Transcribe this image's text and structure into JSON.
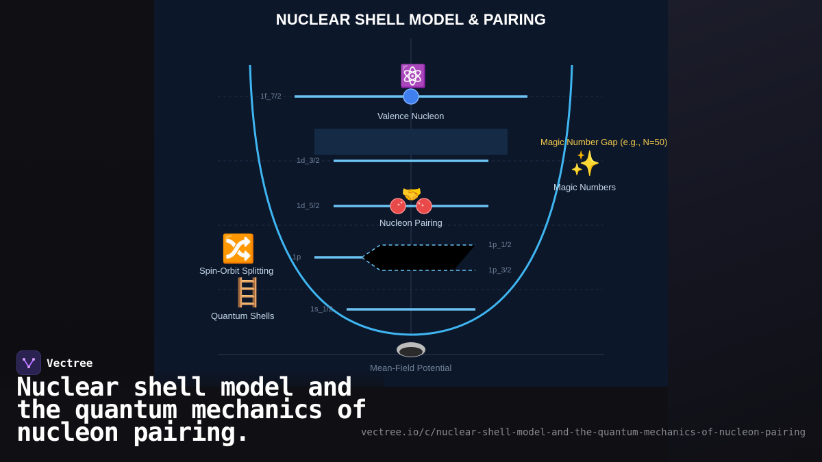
{
  "title": "NUCLEAR SHELL MODEL & PAIRING",
  "levels": {
    "f72": "1f_7/2",
    "d32": "1d_3/2",
    "d52": "1d_5/2",
    "p": "1p",
    "p12": "1p_1/2",
    "p32": "1p_3/2",
    "s12": "1s_1/2"
  },
  "annotations": {
    "valence_nucleon": "Valence Nucleon",
    "magic_gap": "Magic Number Gap (e.g., N=50)",
    "magic_numbers": "Magic Numbers",
    "nucleon_pairing": "Nucleon Pairing",
    "spin_orbit": "Spin-Orbit Splitting",
    "quantum_shells": "Quantum Shells",
    "mean_field": "Mean-Field Potential"
  },
  "icons": {
    "atom": "⚛️",
    "sparkles": "✨",
    "handshake": "🤝",
    "shuffle": "🔀",
    "ladder": "🪜"
  },
  "colors": {
    "potential": "#3fb6f2",
    "level": "#6cc4f4",
    "nucleon_blue": "#3f7ff0",
    "nucleon_red": "#e84a4a",
    "gap_text": "#f2c84b",
    "panel": "#0c172a"
  },
  "footer": {
    "brand": "Vectree",
    "headline": "Nuclear shell model and the quantum mechanics of nucleon pairing.",
    "url": "vectree.io/c/nuclear-shell-model-and-the-quantum-mechanics-of-nucleon-pairing"
  }
}
